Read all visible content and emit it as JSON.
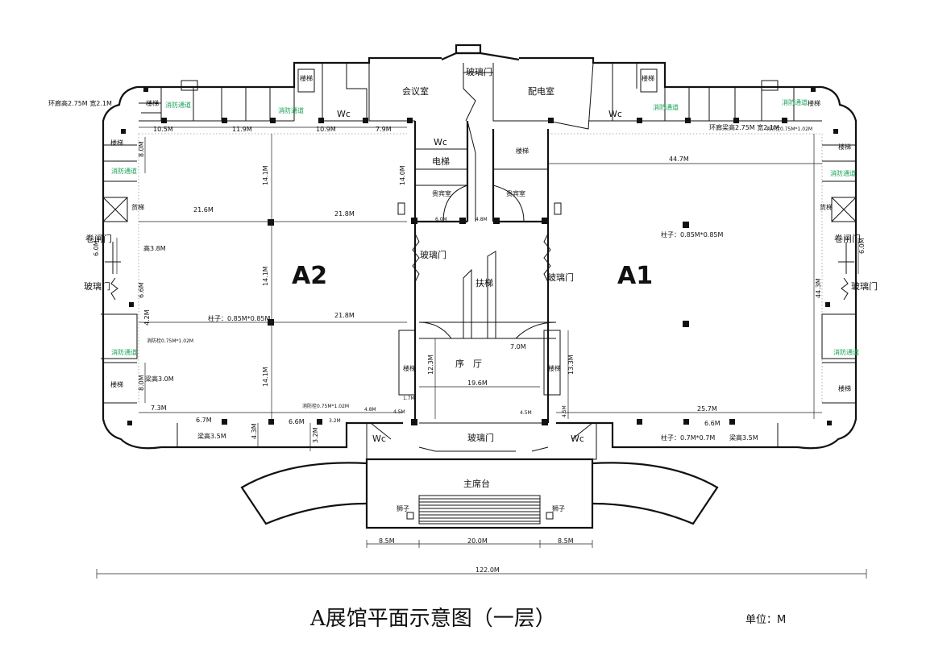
{
  "title": "A展馆平面示意图（一层）",
  "unit": "单位：M",
  "halls": {
    "a1": "A1",
    "a2": "A2"
  },
  "rooms": {
    "meeting": "会议室",
    "power": "配电室",
    "vip_left": "贵宾室",
    "vip_right": "贵宾室",
    "lobby": "序　厅",
    "podium": "主席台",
    "elevator": "电梯",
    "escalator": "扶梯",
    "wc": "Wc",
    "stairs": "楼梯",
    "cargo_lift": "货梯",
    "rolling_door": "卷闸门",
    "glass_door": "玻璃门",
    "fire_exit": "消防通道",
    "lion": "狮子"
  },
  "notes": {
    "corridor_left": "环廊高2.75M 宽2.1M",
    "corridor_right": "环廊梁高2.75M 宽2.1M",
    "hydrant": "消防栓0.75M*1.02M",
    "column_a2": "柱子：0.85M*0.85M",
    "column_a1": "柱子：0.85M*0.85M",
    "column_small": "柱子：0.7M*0.7M",
    "beam_38": "高3.8M",
    "beam_30": "梁高3.0M",
    "beam_35a": "梁高3.5M",
    "beam_35b": "梁高3.5M"
  },
  "dims": {
    "d_10_5": "10.5M",
    "d_11_9": "11.9M",
    "d_10_9": "10.9M",
    "d_7_9": "7.9M",
    "d_8_0a": "8.0M",
    "d_14_1a": "14.1M",
    "d_14_0": "14.0M",
    "d_21_6": "21.6M",
    "d_21_8a": "21.8M",
    "d_6_0a": "6.0M",
    "d_4_8a": "4.8M",
    "d_44_7": "44.7M",
    "d_6_0b": "6.0M",
    "d_6_0c": "6.0M",
    "d_14_1b": "14.1M",
    "d_6_6a": "6.6M",
    "d_4_2": "4.2M",
    "d_21_8b": "21.8M",
    "d_44_3": "44.3M",
    "d_12_3": "12.3M",
    "d_7_0": "7.0M",
    "d_13_3": "13.3M",
    "d_19_6": "19.6M",
    "d_14_1c": "14.1M",
    "d_8_0b": "8.0M",
    "d_7_3": "7.3M",
    "d_6_7": "6.7M",
    "d_6_6b": "6.6M",
    "d_3_2a": "3.2M",
    "d_3_2b": "3.2M",
    "d_4_3": "4.3M",
    "d_4_8b": "4.8M",
    "d_4_5a": "4.5M",
    "d_4_5b": "4.5M",
    "d_4_5c": "4.5M",
    "d_1_7": "1.7M",
    "d_25_7": "25.7M",
    "d_6_6c": "6.6M",
    "d_8_5a": "8.5M",
    "d_20_0": "20.0M",
    "d_8_5b": "8.5M",
    "d_122": "122.0M"
  },
  "colors": {
    "ink": "#111111",
    "fire_label": "#1aa05a"
  }
}
